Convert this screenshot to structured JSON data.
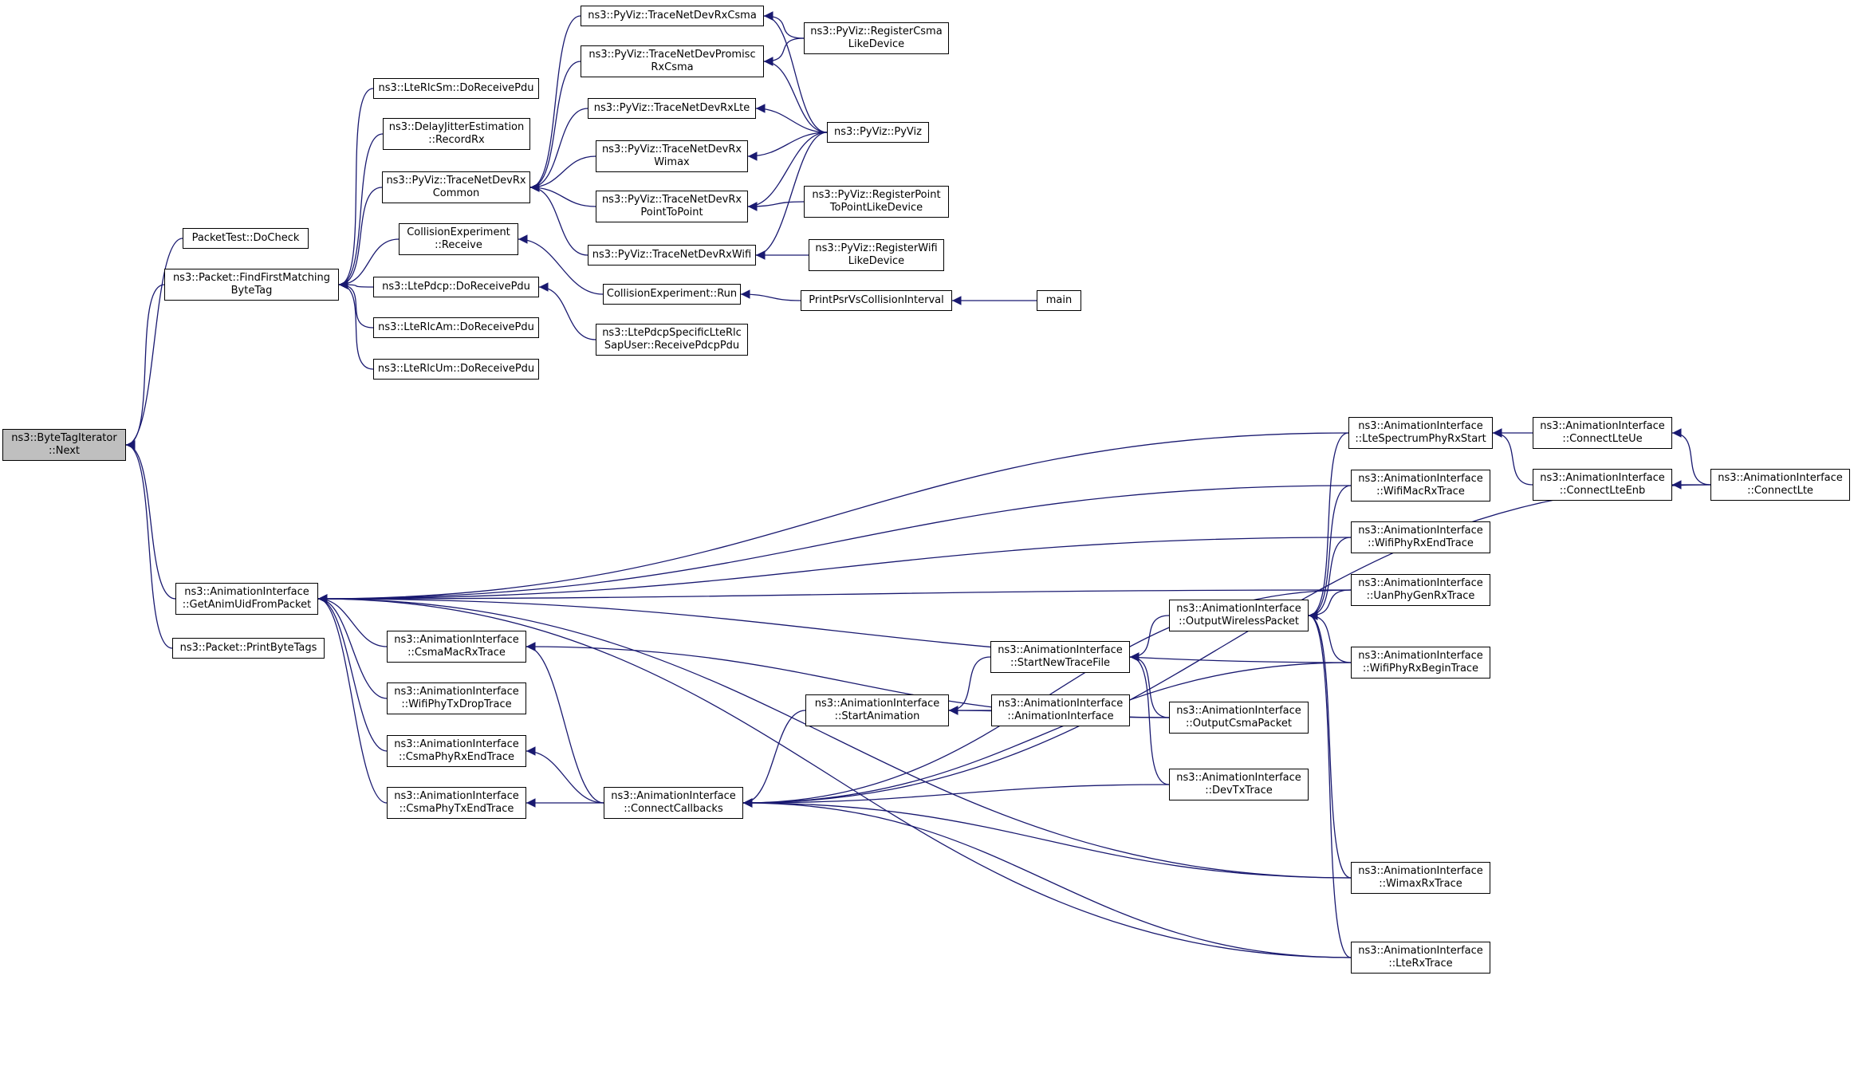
{
  "graph": {
    "edge_color": "#191970",
    "root_fill": "#bfbfbf",
    "nodes": [
      {
        "id": "next",
        "lines": [
          "ns3::ByteTagIterator",
          "::Next"
        ],
        "root": true
      },
      {
        "id": "dochk",
        "lines": [
          "PacketTest::DoCheck"
        ]
      },
      {
        "id": "ffm",
        "lines": [
          "ns3::Packet::FindFirstMatching",
          "ByteTag"
        ]
      },
      {
        "id": "gau",
        "lines": [
          "ns3::AnimationInterface",
          "::GetAnimUidFromPacket"
        ]
      },
      {
        "id": "pbt",
        "lines": [
          "ns3::Packet::PrintByteTags"
        ]
      },
      {
        "id": "rlcsm",
        "lines": [
          "ns3::LteRlcSm::DoReceivePdu"
        ]
      },
      {
        "id": "djre",
        "lines": [
          "ns3::DelayJitterEstimation",
          "::RecordRx"
        ]
      },
      {
        "id": "tndrc",
        "lines": [
          "ns3::PyViz::TraceNetDevRx",
          "Common"
        ]
      },
      {
        "id": "cerx",
        "lines": [
          "CollisionExperiment",
          "::Receive"
        ]
      },
      {
        "id": "pdcp",
        "lines": [
          "ns3::LtePdcp::DoReceivePdu"
        ]
      },
      {
        "id": "rlcam",
        "lines": [
          "ns3::LteRlcAm::DoReceivePdu"
        ]
      },
      {
        "id": "rlcum",
        "lines": [
          "ns3::LteRlcUm::DoReceivePdu"
        ]
      },
      {
        "id": "csmarx",
        "lines": [
          "ns3::PyViz::TraceNetDevRxCsma"
        ]
      },
      {
        "id": "promisc",
        "lines": [
          "ns3::PyViz::TraceNetDevPromisc",
          "RxCsma"
        ]
      },
      {
        "id": "rxlte",
        "lines": [
          "ns3::PyViz::TraceNetDevRxLte"
        ]
      },
      {
        "id": "rxwimax",
        "lines": [
          "ns3::PyViz::TraceNetDevRx",
          "Wimax"
        ]
      },
      {
        "id": "rxp2p",
        "lines": [
          "ns3::PyViz::TraceNetDevRx",
          "PointToPoint"
        ]
      },
      {
        "id": "rxwifi",
        "lines": [
          "ns3::PyViz::TraceNetDevRxWifi"
        ]
      },
      {
        "id": "cerun",
        "lines": [
          "CollisionExperiment::Run"
        ]
      },
      {
        "id": "pdcpsap",
        "lines": [
          "ns3::LtePdcpSpecificLteRlc",
          "SapUser::ReceivePdcpPdu"
        ]
      },
      {
        "id": "regcsma",
        "lines": [
          "ns3::PyViz::RegisterCsma",
          "LikeDevice"
        ]
      },
      {
        "id": "pyviz",
        "lines": [
          "ns3::PyViz::PyViz"
        ]
      },
      {
        "id": "regp2p",
        "lines": [
          "ns3::PyViz::RegisterPoint",
          "ToPointLikeDevice"
        ]
      },
      {
        "id": "regwifi",
        "lines": [
          "ns3::PyViz::RegisterWifi",
          "LikeDevice"
        ]
      },
      {
        "id": "ppvci",
        "lines": [
          "PrintPsrVsCollisionInterval"
        ]
      },
      {
        "id": "main",
        "lines": [
          "main"
        ]
      },
      {
        "id": "csmamac",
        "lines": [
          "ns3::AnimationInterface",
          "::CsmaMacRxTrace"
        ]
      },
      {
        "id": "wifitxd",
        "lines": [
          "ns3::AnimationInterface",
          "::WifiPhyTxDropTrace"
        ]
      },
      {
        "id": "csmarxe",
        "lines": [
          "ns3::AnimationInterface",
          "::CsmaPhyRxEndTrace"
        ]
      },
      {
        "id": "csmatxe",
        "lines": [
          "ns3::AnimationInterface",
          "::CsmaPhyTxEndTrace"
        ]
      },
      {
        "id": "conncb",
        "lines": [
          "ns3::AnimationInterface",
          "::ConnectCallbacks"
        ]
      },
      {
        "id": "startanim",
        "lines": [
          "ns3::AnimationInterface",
          "::StartAnimation"
        ]
      },
      {
        "id": "sntf",
        "lines": [
          "ns3::AnimationInterface",
          "::StartNewTraceFile"
        ]
      },
      {
        "id": "animif",
        "lines": [
          "ns3::AnimationInterface",
          "::AnimationInterface"
        ]
      },
      {
        "id": "owp",
        "lines": [
          "ns3::AnimationInterface",
          "::OutputWirelessPacket"
        ]
      },
      {
        "id": "ocp",
        "lines": [
          "ns3::AnimationInterface",
          "::OutputCsmaPacket"
        ]
      },
      {
        "id": "devtx",
        "lines": [
          "ns3::AnimationInterface",
          "::DevTxTrace"
        ]
      },
      {
        "id": "ltesp",
        "lines": [
          "ns3::AnimationInterface",
          "::LteSpectrumPhyRxStart"
        ]
      },
      {
        "id": "wifimac",
        "lines": [
          "ns3::AnimationInterface",
          "::WifiMacRxTrace"
        ]
      },
      {
        "id": "wifirxe",
        "lines": [
          "ns3::AnimationInterface",
          "::WifiPhyRxEndTrace"
        ]
      },
      {
        "id": "uan",
        "lines": [
          "ns3::AnimationInterface",
          "::UanPhyGenRxTrace"
        ]
      },
      {
        "id": "wifirxb",
        "lines": [
          "ns3::AnimationInterface",
          "::WifiPhyRxBeginTrace"
        ]
      },
      {
        "id": "wimax",
        "lines": [
          "ns3::AnimationInterface",
          "::WimaxRxTrace"
        ]
      },
      {
        "id": "lterx",
        "lines": [
          "ns3::AnimationInterface",
          "::LteRxTrace"
        ]
      },
      {
        "id": "connlteue",
        "lines": [
          "ns3::AnimationInterface",
          "::ConnectLteUe"
        ]
      },
      {
        "id": "connlteenb",
        "lines": [
          "ns3::AnimationInterface",
          "::ConnectLteEnb"
        ]
      },
      {
        "id": "connlte",
        "lines": [
          "ns3::AnimationInterface",
          "::ConnectLte"
        ]
      }
    ],
    "edges": [
      [
        "next",
        "dochk"
      ],
      [
        "next",
        "ffm"
      ],
      [
        "next",
        "gau"
      ],
      [
        "next",
        "pbt"
      ],
      [
        "ffm",
        "rlcsm"
      ],
      [
        "ffm",
        "djre"
      ],
      [
        "ffm",
        "tndrc"
      ],
      [
        "ffm",
        "cerx"
      ],
      [
        "ffm",
        "pdcp"
      ],
      [
        "ffm",
        "rlcam"
      ],
      [
        "ffm",
        "rlcum"
      ],
      [
        "tndrc",
        "csmarx"
      ],
      [
        "tndrc",
        "promisc"
      ],
      [
        "tndrc",
        "rxlte"
      ],
      [
        "tndrc",
        "rxwimax"
      ],
      [
        "tndrc",
        "rxp2p"
      ],
      [
        "tndrc",
        "rxwifi"
      ],
      [
        "csmarx",
        "regcsma"
      ],
      [
        "csmarx",
        "pyviz"
      ],
      [
        "promisc",
        "regcsma"
      ],
      [
        "promisc",
        "pyviz"
      ],
      [
        "rxlte",
        "pyviz"
      ],
      [
        "rxwimax",
        "pyviz"
      ],
      [
        "rxp2p",
        "pyviz"
      ],
      [
        "rxp2p",
        "regp2p"
      ],
      [
        "rxwifi",
        "pyviz"
      ],
      [
        "rxwifi",
        "regwifi"
      ],
      [
        "cerx",
        "cerun"
      ],
      [
        "pdcp",
        "pdcpsap"
      ],
      [
        "cerun",
        "ppvci"
      ],
      [
        "ppvci",
        "main"
      ],
      [
        "gau",
        "csmamac"
      ],
      [
        "gau",
        "wifitxd"
      ],
      [
        "gau",
        "csmarxe"
      ],
      [
        "gau",
        "csmatxe"
      ],
      [
        "gau",
        "ltesp"
      ],
      [
        "gau",
        "wifimac"
      ],
      [
        "gau",
        "wifirxe"
      ],
      [
        "gau",
        "uan"
      ],
      [
        "gau",
        "wifirxb"
      ],
      [
        "gau",
        "wimax"
      ],
      [
        "gau",
        "lterx"
      ],
      [
        "csmamac",
        "conncb"
      ],
      [
        "csmarxe",
        "conncb"
      ],
      [
        "csmatxe",
        "conncb"
      ],
      [
        "conncb",
        "startanim"
      ],
      [
        "conncb",
        "uan"
      ],
      [
        "conncb",
        "devtx"
      ],
      [
        "conncb",
        "wifirxb"
      ],
      [
        "conncb",
        "wimax"
      ],
      [
        "conncb",
        "lterx"
      ],
      [
        "conncb",
        "connlte"
      ],
      [
        "startanim",
        "sntf"
      ],
      [
        "startanim",
        "animif"
      ],
      [
        "startanim",
        "ocp"
      ],
      [
        "sntf",
        "owp"
      ],
      [
        "sntf",
        "ocp"
      ],
      [
        "sntf",
        "devtx"
      ],
      [
        "owp",
        "ltesp"
      ],
      [
        "owp",
        "wifimac"
      ],
      [
        "owp",
        "wifirxe"
      ],
      [
        "owp",
        "uan"
      ],
      [
        "owp",
        "wifirxb"
      ],
      [
        "owp",
        "wimax"
      ],
      [
        "owp",
        "lterx"
      ],
      [
        "csmamac",
        "ocp"
      ],
      [
        "ltesp",
        "connlteue"
      ],
      [
        "ltesp",
        "connlteenb"
      ],
      [
        "connlteue",
        "connlte"
      ],
      [
        "connlteenb",
        "connlte"
      ],
      [
        "gau",
        "wimax"
      ],
      [
        "gau",
        "lterx"
      ]
    ]
  }
}
